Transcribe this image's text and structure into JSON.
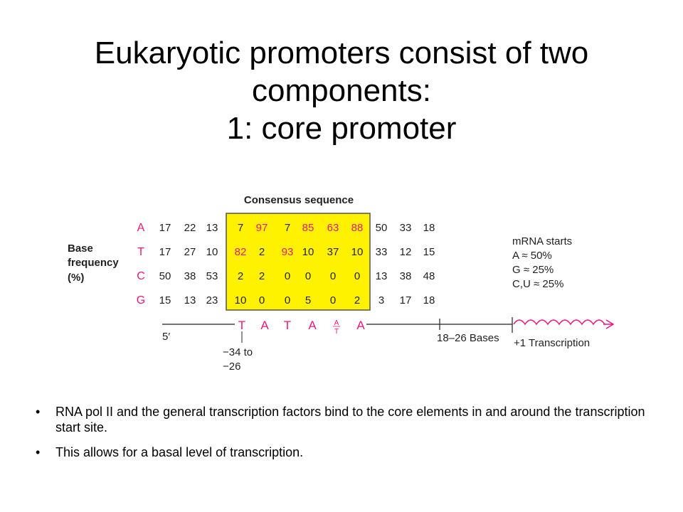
{
  "slide": {
    "title_lines": [
      "Eukaryotic promoters consist of two",
      "components:",
      "1: core promoter"
    ],
    "bullets": [
      "RNA pol II and the general transcription factors bind to the core elements in and around the transcription start site.",
      "This allows for a basal level of transcription."
    ]
  },
  "figure": {
    "consensus_label": "Consensus sequence",
    "ylabel_lines": [
      "Base",
      "frequency",
      "(%)"
    ],
    "bases": [
      "A",
      "T",
      "C",
      "G"
    ],
    "frequencies": [
      [
        17,
        22,
        13,
        7,
        97,
        7,
        85,
        63,
        88,
        50,
        33,
        18
      ],
      [
        17,
        27,
        10,
        82,
        2,
        93,
        10,
        37,
        10,
        33,
        12,
        15
      ],
      [
        50,
        38,
        53,
        2,
        2,
        0,
        0,
        0,
        0,
        13,
        38,
        48
      ],
      [
        15,
        13,
        23,
        10,
        0,
        0,
        5,
        0,
        2,
        3,
        17,
        18
      ]
    ],
    "highlighted_cells": [
      [
        0,
        4
      ],
      [
        0,
        6
      ],
      [
        0,
        7
      ],
      [
        0,
        8
      ],
      [
        1,
        3
      ],
      [
        1,
        5
      ]
    ],
    "mrna_lines": [
      "mRNA starts",
      "A ≈ 50%",
      "G ≈ 25%",
      "C,U ≈ 25%"
    ],
    "five_prime": "5′",
    "sequence": [
      "T",
      "A",
      "T",
      "A",
      "A/T",
      "A"
    ],
    "position_lines": [
      "−34 to",
      "−26"
    ],
    "spacer_label": "18–26 Bases",
    "start_label": "+1 Transcription",
    "colors": {
      "highlight_box": "#fff200",
      "box_border": "#555555",
      "base_label": "#e8197e",
      "high_value": "#e8197e",
      "arrow": "#e8197e",
      "text": "#231f20"
    }
  }
}
